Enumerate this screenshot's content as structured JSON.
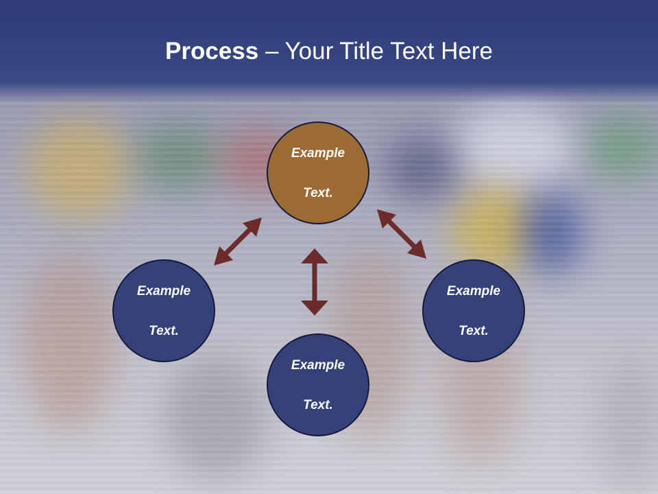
{
  "title": {
    "bold": "Process",
    "rest": " – Your Title Text Here"
  },
  "colors": {
    "title_bar": "#35447f",
    "accent_node": "#9c6a33",
    "node": "#35427a",
    "arrow": "#6b2b2b",
    "node_border": "#151a3a"
  },
  "nodes": [
    {
      "id": "top",
      "line1": "Example",
      "line2": "Text."
    },
    {
      "id": "left",
      "line1": "Example",
      "line2": "Text."
    },
    {
      "id": "bottom",
      "line1": "Example",
      "line2": "Text."
    },
    {
      "id": "right",
      "line1": "Example",
      "line2": "Text."
    }
  ]
}
